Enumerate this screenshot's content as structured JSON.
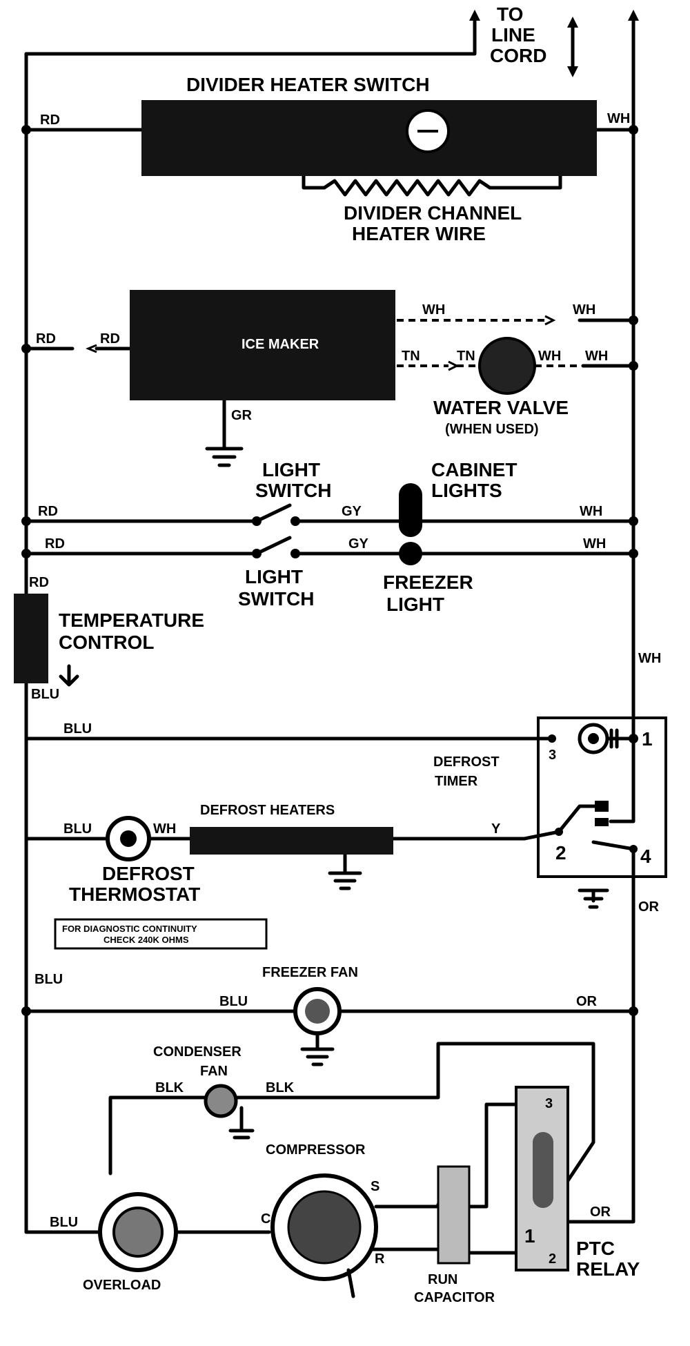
{
  "labels": {
    "to_line_cord": [
      "TO",
      "LINE",
      "CORD"
    ],
    "divider_heater_switch": "DIVIDER HEATER SWITCH",
    "divider_channel_heater_wire": [
      "DIVIDER CHANNEL",
      "HEATER WIRE"
    ],
    "ice_maker": "ICE MAKER",
    "water_valve": "WATER VALVE",
    "water_valve_note": "(WHEN USED)",
    "light_switch_top": [
      "LIGHT",
      "SWITCH"
    ],
    "cabinet_lights": [
      "CABINET",
      "LIGHTS"
    ],
    "light_switch_bottom": [
      "LIGHT",
      "SWITCH"
    ],
    "freezer_light": [
      "FREEZER",
      "LIGHT"
    ],
    "temperature_control": [
      "TEMPERATURE",
      "CONTROL"
    ],
    "defrost_timer": [
      "DEFROST",
      "TIMER"
    ],
    "defrost_heaters": "DEFROST HEATERS",
    "defrost_thermostat": [
      "DEFROST",
      "THERMOSTAT"
    ],
    "diagnostic_note": [
      "FOR DIAGNOSTIC CONTINUITY",
      "CHECK 240K OHMS"
    ],
    "freezer_fan": "FREEZER FAN",
    "condenser_fan": [
      "CONDENSER",
      "FAN"
    ],
    "compressor": "COMPRESSOR",
    "overload": "OVERLOAD",
    "run_capacitor": [
      "RUN",
      "CAPACITOR"
    ],
    "ptc_relay": [
      "PTC",
      "RELAY"
    ]
  },
  "wire_codes": {
    "rd": "RD",
    "wh": "WH",
    "tn": "TN",
    "gr": "GR",
    "gy": "GY",
    "blu": "BLU",
    "y": "Y",
    "or": "OR",
    "blk": "BLK"
  },
  "terminals": {
    "timer": [
      "1",
      "2",
      "3",
      "4"
    ],
    "compressor": [
      "S",
      "C",
      "R"
    ],
    "relay": [
      "3",
      "1",
      "2"
    ]
  }
}
